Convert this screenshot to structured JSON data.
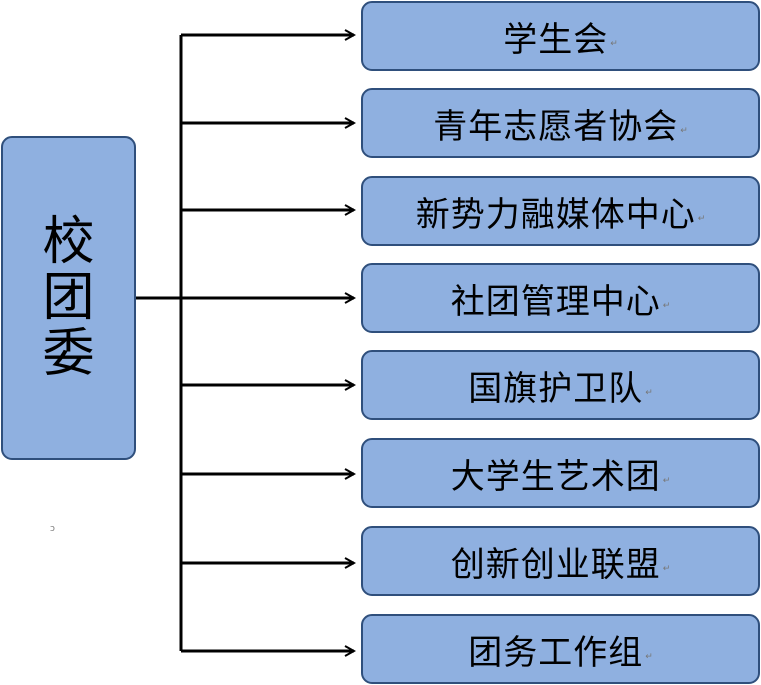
{
  "diagram": {
    "root": {
      "label": "校团委",
      "chars": [
        "校",
        "团",
        "委"
      ]
    },
    "children": [
      {
        "label": "学生会"
      },
      {
        "label": "青年志愿者协会"
      },
      {
        "label": "新势力融媒体中心"
      },
      {
        "label": "社团管理中心"
      },
      {
        "label": "国旗护卫队"
      },
      {
        "label": "大学生艺术团"
      },
      {
        "label": "创新创业联盟"
      },
      {
        "label": "团务工作组"
      }
    ],
    "return_mark": "↵",
    "root_mark": "ↄ"
  },
  "colors": {
    "box_fill": "#8fb0e0",
    "box_border": "#2f4f7c",
    "connector": "#000000"
  }
}
